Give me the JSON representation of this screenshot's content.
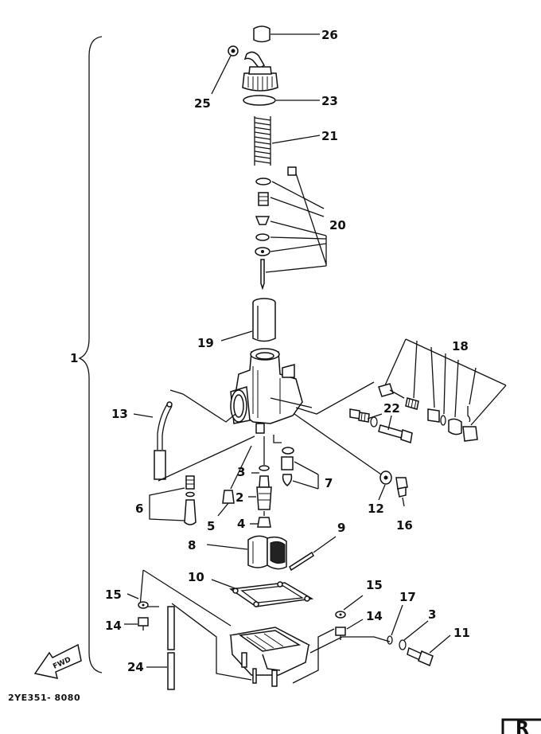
{
  "diagram": {
    "title": "Carburetor exploded parts diagram",
    "drawing_code": "2YE351- 8080",
    "assembly_label": "1",
    "fwd_label": "FWD",
    "corner_tab_label": "R",
    "callouts": [
      {
        "id": "26",
        "label": "26"
      },
      {
        "id": "25",
        "label": "25"
      },
      {
        "id": "23",
        "label": "23"
      },
      {
        "id": "21",
        "label": "21"
      },
      {
        "id": "20",
        "label": "20"
      },
      {
        "id": "19",
        "label": "19"
      },
      {
        "id": "18",
        "label": "18"
      },
      {
        "id": "22",
        "label": "22"
      },
      {
        "id": "13",
        "label": "13"
      },
      {
        "id": "3a",
        "label": "3"
      },
      {
        "id": "7",
        "label": "7"
      },
      {
        "id": "12",
        "label": "12"
      },
      {
        "id": "16",
        "label": "16"
      },
      {
        "id": "6",
        "label": "6"
      },
      {
        "id": "5",
        "label": "5"
      },
      {
        "id": "2",
        "label": "2"
      },
      {
        "id": "4",
        "label": "4"
      },
      {
        "id": "8",
        "label": "8"
      },
      {
        "id": "9",
        "label": "9"
      },
      {
        "id": "10",
        "label": "10"
      },
      {
        "id": "15a",
        "label": "15"
      },
      {
        "id": "14a",
        "label": "14"
      },
      {
        "id": "15b",
        "label": "15"
      },
      {
        "id": "14b",
        "label": "14"
      },
      {
        "id": "17",
        "label": "17"
      },
      {
        "id": "3b",
        "label": "3"
      },
      {
        "id": "11",
        "label": "11"
      },
      {
        "id": "24",
        "label": "24"
      }
    ]
  }
}
